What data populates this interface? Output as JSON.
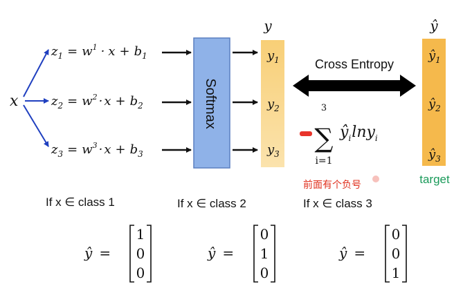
{
  "input": {
    "var": "x"
  },
  "equations": [
    {
      "z": "z",
      "z_sub": "1",
      "eq": "=",
      "w": "w",
      "w_sup": "1",
      "dot": "·",
      "x": "x",
      "plus": "+",
      "b": "b",
      "b_sub": "1"
    },
    {
      "z": "z",
      "z_sub": "2",
      "eq": "=",
      "w": "w",
      "w_sup": "2",
      "dot": "·",
      "x": "x",
      "plus": "+",
      "b": "b",
      "b_sub": "2"
    },
    {
      "z": "z",
      "z_sub": "3",
      "eq": "=",
      "w": "w",
      "w_sup": "3",
      "dot": "·",
      "x": "x",
      "plus": "+",
      "b": "b",
      "b_sub": "3"
    }
  ],
  "softmax": {
    "label": "Softmax"
  },
  "output": {
    "header": "y",
    "items": [
      {
        "v": "y",
        "sub": "1"
      },
      {
        "v": "y",
        "sub": "2"
      },
      {
        "v": "y",
        "sub": "3"
      }
    ]
  },
  "target": {
    "header": "ŷ",
    "items": [
      {
        "v": "ŷ",
        "sub": "1"
      },
      {
        "v": "ŷ",
        "sub": "2"
      },
      {
        "v": "ŷ",
        "sub": "3"
      }
    ],
    "label": "target"
  },
  "cross_entropy": {
    "label": "Cross Entropy",
    "sum_upper": "3",
    "sum_lower": "i=1",
    "sigma": "∑",
    "term_hat": "ŷ",
    "term_i": "i",
    "term_ln": "lny",
    "term_i2": "i",
    "note": "前面有个负号"
  },
  "cases": [
    {
      "label": "If x ∈ class 1",
      "lhs": "ŷ",
      "eq": "=",
      "vector": [
        "1",
        "0",
        "0"
      ]
    },
    {
      "label": "If x ∈ class 2",
      "lhs": "ŷ",
      "eq": "=",
      "vector": [
        "0",
        "1",
        "0"
      ]
    },
    {
      "label": "If x ∈ class 3",
      "lhs": "ŷ",
      "eq": "=",
      "vector": [
        "0",
        "0",
        "1"
      ]
    }
  ],
  "colors": {
    "fan_arrow": "#1f3fbf",
    "softmax_fill": "#8fb2e8",
    "softmax_stroke": "#5a7fc0",
    "column_fill": "#f8cf77",
    "column_fill_light": "#fbe3ad",
    "target_fill": "#f5b94c",
    "minus_red": "#e8342b",
    "note_red": "#e0301e",
    "target_green": "#1a9a5a"
  }
}
